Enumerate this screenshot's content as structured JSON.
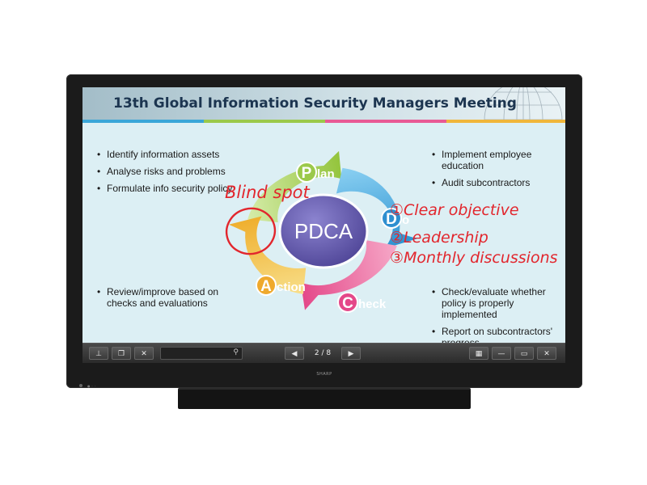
{
  "slide": {
    "title": "13th Global Information Security Managers Meeting",
    "left_top_bullets": [
      "Identify information assets",
      "Analyse risks and problems",
      "Formulate info security policy"
    ],
    "left_bottom_bullets": [
      "Review/improve based on checks and evaluations"
    ],
    "right_top_bullets": [
      "Implement employee education",
      "Audit subcontractors"
    ],
    "right_bottom_bullets": [
      "Check/evaluate whether policy is properly implemented",
      "Report on subcontractors' progress"
    ],
    "diagram": {
      "center": "PDCA",
      "plan_initial": "P",
      "plan_rest": "lan",
      "do_initial": "D",
      "do_rest": "o",
      "check_initial": "C",
      "check_rest": "heck",
      "action_initial": "A",
      "action_rest": "ction"
    },
    "annotations": {
      "blind_spot": "Blind spot",
      "item1": "①Clear objective",
      "item2": "②Leadership",
      "item3": "③Monthly discussions"
    },
    "colors": {
      "plan": "#a9d24a",
      "do": "#3fa6dd",
      "check": "#ec5f9a",
      "action": "#f3bd3c",
      "center": "#6a5fb2",
      "ink": "#e2262d"
    }
  },
  "taskbar": {
    "pin_icon": "pin-icon",
    "copy_icon": "copy-icon",
    "tools_icon": "tools-icon",
    "search_icon": "search-icon",
    "prev_icon": "prev-arrow-icon",
    "page_indicator": "2 / 8",
    "next_icon": "next-arrow-icon",
    "layout_icon": "layout-icon",
    "minimize_icon": "minimize-icon",
    "window_icon": "window-icon",
    "close_icon": "close-icon"
  },
  "device": {
    "brand": "SHARP",
    "sensor_label": "● ◦ ◦"
  }
}
